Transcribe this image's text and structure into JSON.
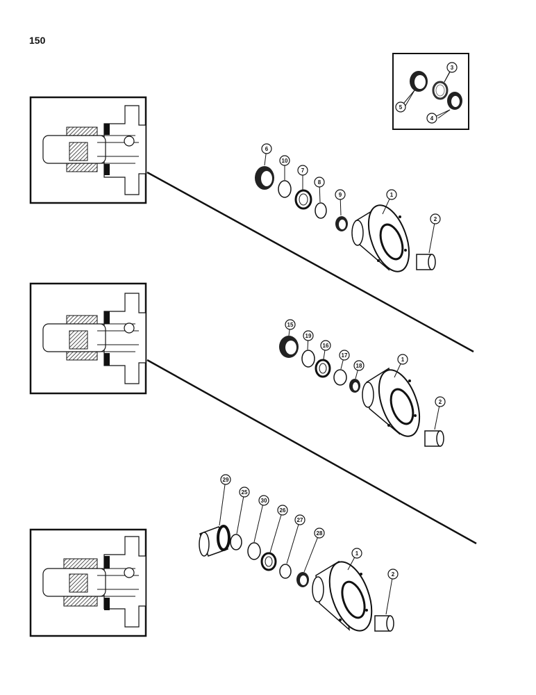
{
  "page": {
    "number": "150"
  },
  "inset": {
    "callouts": [
      "3",
      "4",
      "5"
    ]
  },
  "groups": [
    {
      "callouts": [
        "6",
        "10",
        "7",
        "8",
        "9",
        "1",
        "2"
      ]
    },
    {
      "callouts": [
        "15",
        "19",
        "16",
        "17",
        "18",
        "1",
        "2"
      ]
    },
    {
      "callouts": [
        "29",
        "25",
        "30",
        "26",
        "27",
        "28",
        "1",
        "2"
      ]
    }
  ]
}
